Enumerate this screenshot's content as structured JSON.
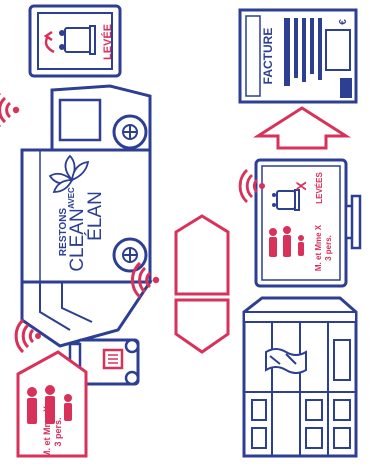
{
  "colors": {
    "blue": "#2c3f93",
    "red": "#d8325a",
    "white": "#ffffff"
  },
  "tablet": {
    "label": "LEVÉE",
    "icon": "bin-lift-icon"
  },
  "truck": {
    "slogan_small": "RESTONS",
    "slogan_big1": "CLEAN",
    "slogan_small2": "AVEC",
    "slogan_big2": "ÉLAN"
  },
  "household": {
    "names": "M. et Mme X",
    "persons": "3 pers."
  },
  "monitor": {
    "names": "M. et Mme X",
    "persons": "3 pers.",
    "count": "X",
    "unit": "LEVÉES"
  },
  "invoice": {
    "title": "FACTURE",
    "currency": "€"
  },
  "icons": [
    "wifi-icon",
    "truck-icon",
    "bin-icon",
    "house-icon",
    "family-icon",
    "monitor-icon",
    "invoice-icon",
    "building-icon",
    "arrow-icon"
  ]
}
